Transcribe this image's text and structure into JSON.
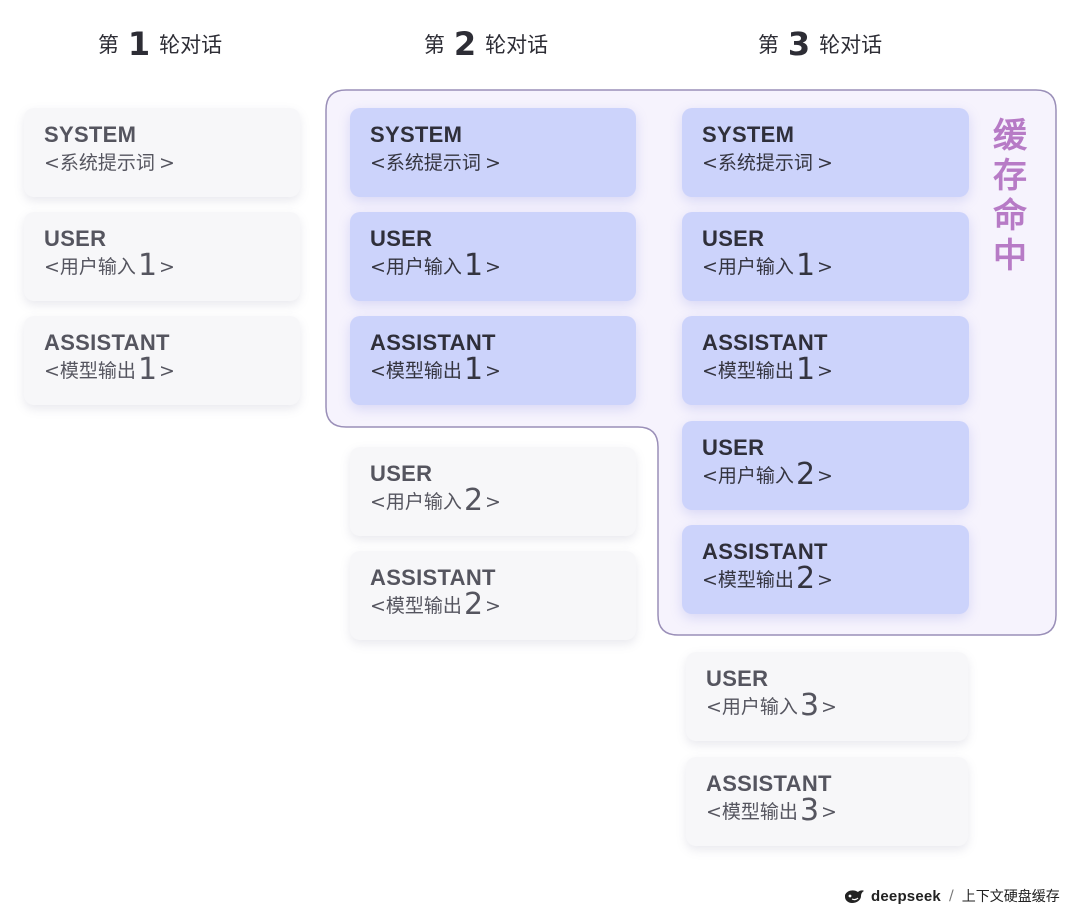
{
  "columns": [
    {
      "prefix": "第",
      "num": "1",
      "suffix": "轮对话"
    },
    {
      "prefix": "第",
      "num": "2",
      "suffix": "轮对话"
    },
    {
      "prefix": "第",
      "num": "3",
      "suffix": "轮对话"
    }
  ],
  "cards": {
    "c1": [
      {
        "role": "SYSTEM",
        "open": "<",
        "text": "系统提示词",
        "num": "",
        "close": ">",
        "hit": false
      },
      {
        "role": "USER",
        "open": "<",
        "text": "用户输入",
        "num": "1",
        "close": ">",
        "hit": false
      },
      {
        "role": "ASSISTANT",
        "open": "<",
        "text": "模型输出",
        "num": "1",
        "close": ">",
        "hit": false
      }
    ],
    "c2": [
      {
        "role": "SYSTEM",
        "open": "<",
        "text": "系统提示词",
        "num": "",
        "close": ">",
        "hit": true
      },
      {
        "role": "USER",
        "open": "<",
        "text": "用户输入",
        "num": "1",
        "close": ">",
        "hit": true
      },
      {
        "role": "ASSISTANT",
        "open": "<",
        "text": "模型输出",
        "num": "1",
        "close": ">",
        "hit": true
      },
      {
        "role": "USER",
        "open": "<",
        "text": "用户输入",
        "num": "2",
        "close": ">",
        "hit": false
      },
      {
        "role": "ASSISTANT",
        "open": "<",
        "text": "模型输出",
        "num": "2",
        "close": ">",
        "hit": false
      }
    ],
    "c3": [
      {
        "role": "SYSTEM",
        "open": "<",
        "text": "系统提示词",
        "num": "",
        "close": ">",
        "hit": true
      },
      {
        "role": "USER",
        "open": "<",
        "text": "用户输入",
        "num": "1",
        "close": ">",
        "hit": true
      },
      {
        "role": "ASSISTANT",
        "open": "<",
        "text": "模型输出",
        "num": "1",
        "close": ">",
        "hit": true
      },
      {
        "role": "USER",
        "open": "<",
        "text": "用户输入",
        "num": "2",
        "close": ">",
        "hit": true
      },
      {
        "role": "ASSISTANT",
        "open": "<",
        "text": "模型输出",
        "num": "2",
        "close": ">",
        "hit": true
      },
      {
        "role": "USER",
        "open": "<",
        "text": "用户输入",
        "num": "3",
        "close": ">",
        "hit": false
      },
      {
        "role": "ASSISTANT",
        "open": "<",
        "text": "模型输出",
        "num": "3",
        "close": ">",
        "hit": false
      }
    ]
  },
  "cache_hit_label": [
    "缓",
    "存",
    "命",
    "中"
  ],
  "footer": {
    "brand": "deepseek",
    "separator": "/",
    "caption": "上下文硬盘缓存"
  },
  "colors": {
    "hit_card": "#ccd3fb",
    "plain_card": "#f7f7f9",
    "cache_outline": "#9a8fb8",
    "cache_fill": "#f6f3fd",
    "cache_label": "#b77bc6",
    "brand_whale": "#222222"
  }
}
